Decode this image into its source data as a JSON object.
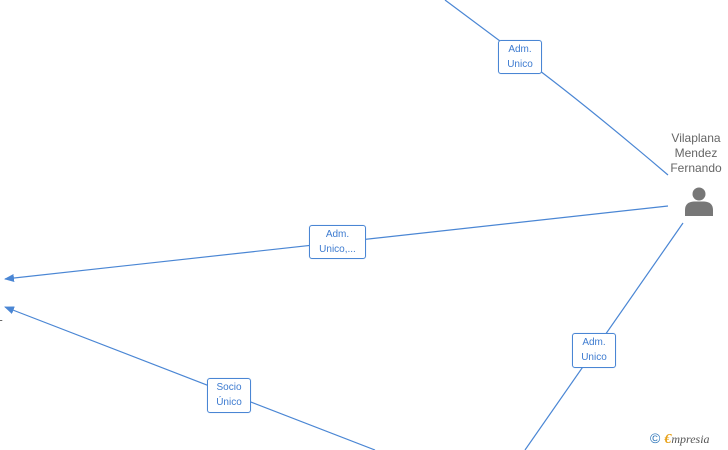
{
  "person": {
    "name_lines": [
      "Vilaplana",
      "Mendez",
      "Fernando"
    ],
    "icon": "person-icon"
  },
  "edges": [
    {
      "id": "edge-top",
      "label_lines": [
        "Adm.",
        "Unico"
      ]
    },
    {
      "id": "edge-left-upper",
      "label_lines": [
        "Adm.",
        "Unico,..."
      ]
    },
    {
      "id": "edge-left-lower",
      "label_lines": [
        "Socio",
        "Único"
      ]
    },
    {
      "id": "edge-bottom-right",
      "label_lines": [
        "Adm.",
        "Unico"
      ]
    }
  ],
  "offscreen_node_label": "L",
  "watermark": {
    "copyright_symbol": "©",
    "brand_initial": "€",
    "brand_rest": "mpresia"
  },
  "colors": {
    "edge": "#4a86d4",
    "label_text": "#3d7bd0",
    "person_name": "#666666",
    "person_icon": "#777777"
  }
}
